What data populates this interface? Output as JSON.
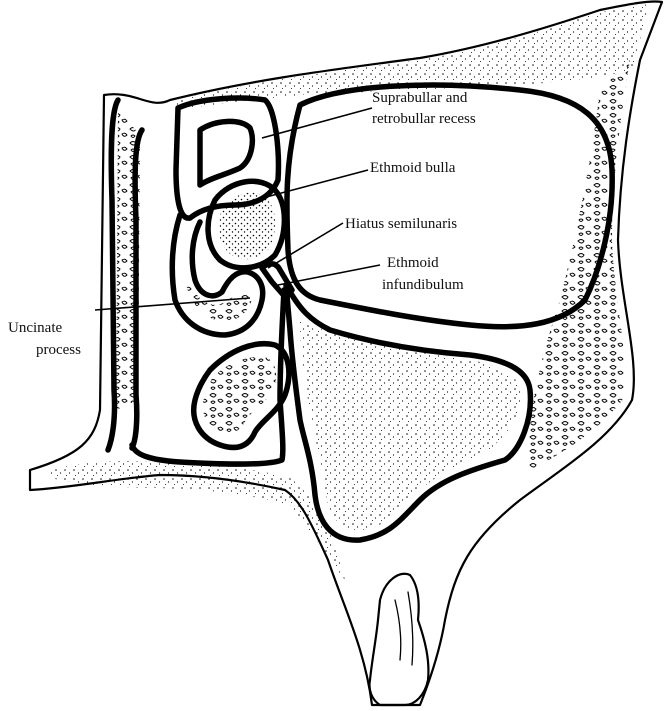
{
  "labels": {
    "suprabullar_line1": "Suprabullar and",
    "suprabullar_line2": "retrobullar recess",
    "ethmoid_bulla": "Ethmoid bulla",
    "hiatus_semilunaris": "Hiatus semilunaris",
    "ethmoid_infundibulum_line1": "Ethmoid",
    "ethmoid_infundibulum_line2": "infundibulum",
    "uncinate_line1": "Uncinate",
    "uncinate_line2": "process"
  },
  "colors": {
    "ink": "#000000",
    "paper": "#ffffff"
  }
}
